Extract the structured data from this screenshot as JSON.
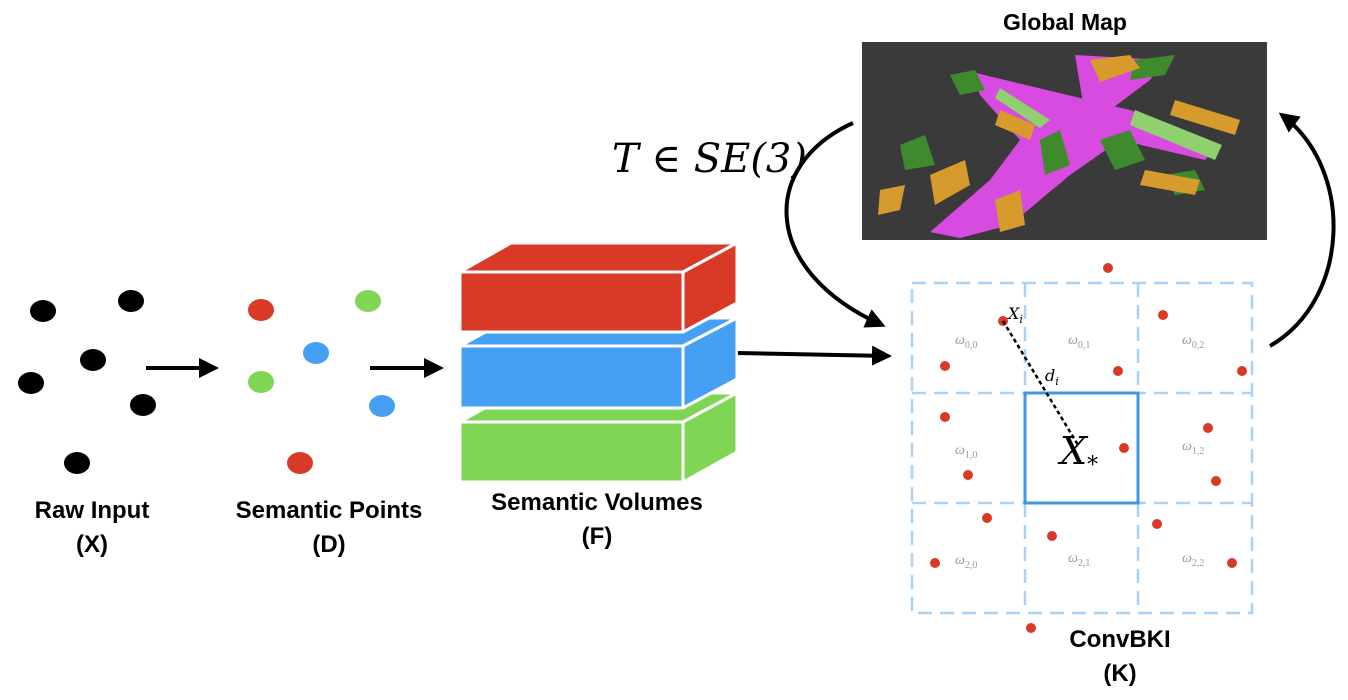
{
  "labels": {
    "raw_input": "Raw Input",
    "raw_input_sym": "(X)",
    "semantic_points": "Semantic Points",
    "semantic_points_sym": "(D)",
    "semantic_volumes": "Semantic Volumes",
    "semantic_volumes_sym": "(F)",
    "convbki": "ConvBKI",
    "convbki_sym": "(K)",
    "global_map": "Global Map",
    "transform": "T ∈ SE(3)"
  },
  "grid": {
    "weight_symbol": "ω",
    "weights": [
      "0,0",
      "0,1",
      "0,2",
      "1,0",
      "1,2",
      "2,0",
      "2,1",
      "2,2"
    ],
    "query_symbol": "X",
    "query_subscript": "*",
    "point_symbol": "X",
    "point_subscript": "i",
    "distance_symbol": "d",
    "distance_subscript": "i"
  },
  "colors": {
    "black_point": "#000000",
    "red": "#d93a27",
    "blue": "#45a0f4",
    "green": "#7fd554",
    "grid_dashed": "#a9d3f6",
    "grid_center": "#3d98e4",
    "map_bg": "#3a3a3a",
    "map_road": "#d84be0",
    "map_vegetation": "#3f8a2d",
    "map_building": "#d79a2c"
  },
  "icons": [
    "arrow-right-icon",
    "curved-arrow-icon"
  ]
}
